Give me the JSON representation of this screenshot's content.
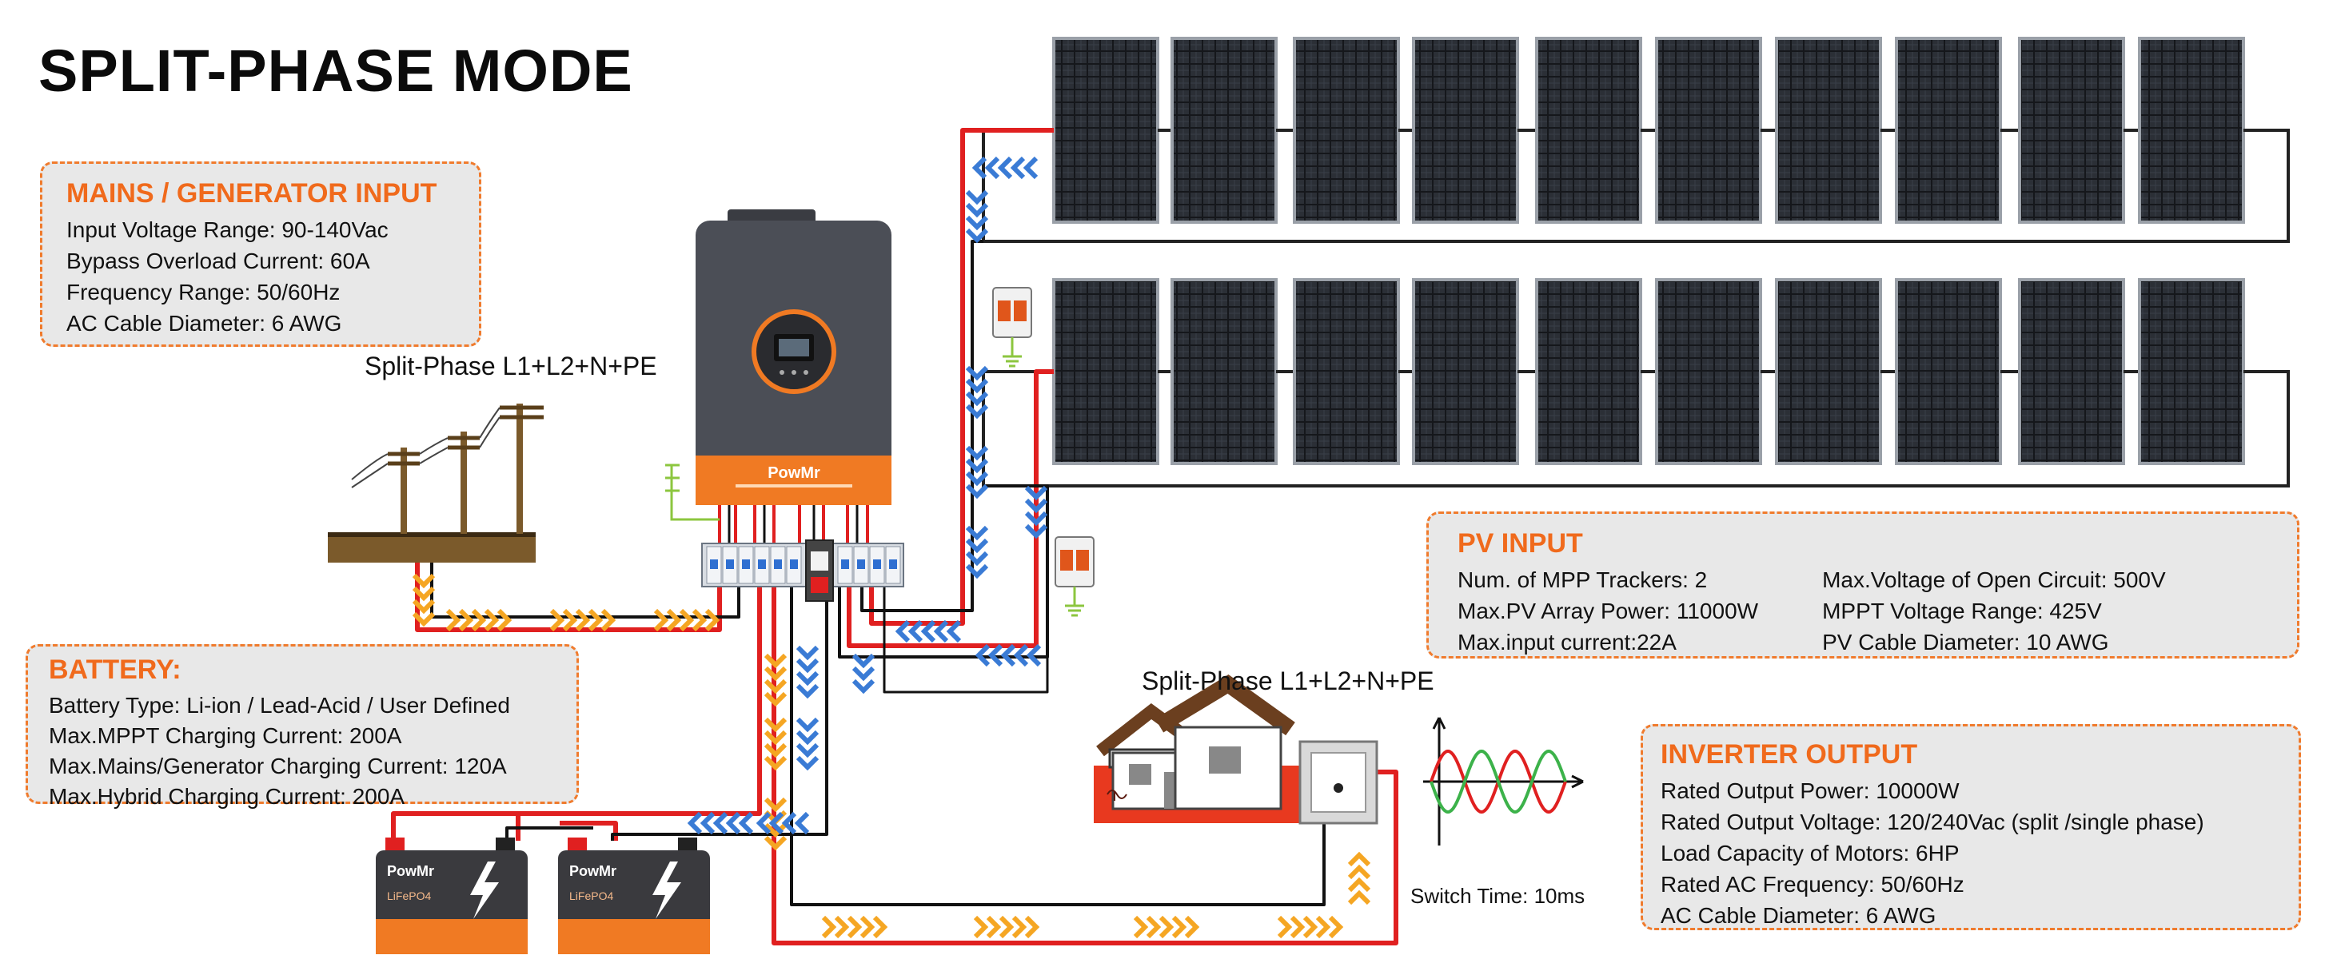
{
  "title": "SPLIT-PHASE MODE",
  "mains": {
    "heading": "MAINS / GENERATOR INPUT",
    "lines": [
      "Input Voltage Range: 90-140Vac",
      "Bypass Overload Current: 60A",
      "Frequency Range: 50/60Hz",
      "AC Cable Diameter: 6 AWG"
    ]
  },
  "grid_label": "Split-Phase L1+L2+N+PE",
  "battery": {
    "heading": "BATTERY:",
    "lines": [
      "Battery Type:  Li-ion / Lead-Acid / User Defined",
      "Max.MPPT Charging Current: 200A",
      "Max.Mains/Generator Charging Current: 120A",
      "Max.Hybrid Charging Current: 200A"
    ]
  },
  "pv": {
    "heading": "PV INPUT",
    "col1": [
      "Num. of MPP Trackers: 2",
      "Max.PV Array Power: 11000W",
      "Max.input current:22A"
    ],
    "col2": [
      "Max.Voltage of Open Circuit: 500V",
      "MPPT Voltage Range: 425V",
      "PV Cable Diameter: 10 AWG"
    ]
  },
  "load_label": "Split-Phase L1+L2+N+PE",
  "inverter_out": {
    "heading": "INVERTER OUTPUT",
    "lines": [
      "Rated Output Power: 10000W",
      "Rated Output Voltage: 120/240Vac (split /single phase)",
      "Load Capacity of Motors: 6HP",
      "Rated AC Frequency: 50/60Hz",
      "AC Cable Diameter: 6 AWG"
    ]
  },
  "switch_time": "Switch Time: 10ms",
  "inverter_brand": "PowMr",
  "battery_brand": "PowMr",
  "battery_type": "LiFePO4",
  "colors": {
    "accent": "#f06a1c",
    "wire_red": "#e02020",
    "arrow_blue": "#3a7bd5",
    "arrow_orange": "#f5a623",
    "inverter_body": "#4a4d55",
    "panel": "#1b1d22"
  }
}
